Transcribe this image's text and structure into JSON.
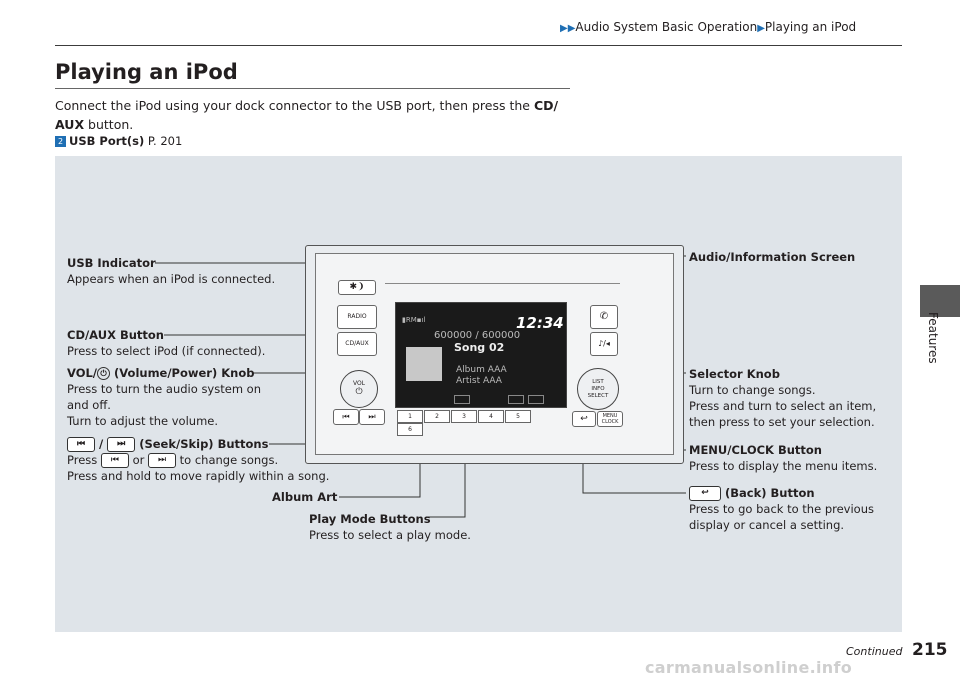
{
  "breadcrumb": {
    "part1": "Audio System Basic Operation",
    "part2": "Playing an iPod"
  },
  "side_tab": {
    "label": "Features"
  },
  "heading": "Playing an iPod",
  "intro": {
    "text_a": "Connect the iPod using your dock connector to the USB port, then press the ",
    "bold_a": "CD/",
    "bold_b": "AUX",
    "text_b": " button."
  },
  "reference": {
    "label": "USB Port(s)",
    "page": " P. 201"
  },
  "callouts": {
    "usb_indicator": {
      "title": "USB Indicator",
      "desc": "Appears when an iPod is connected."
    },
    "cd_aux": {
      "title": "CD/AUX Button",
      "desc": "Press to select iPod (if connected)."
    },
    "vol": {
      "title_a": "VOL/",
      "title_b": " (Volume/Power) Knob",
      "desc1": "Press to turn the audio system on",
      "desc2": "and off.",
      "desc3": "Turn to adjust the volume."
    },
    "seek": {
      "sep": " / ",
      "title": " (Seek/Skip) Buttons",
      "desc_a": "Press ",
      "desc_or": " or ",
      "desc_b": " to change songs.",
      "desc2": "Press and hold to move rapidly within a song."
    },
    "album_art": {
      "title": "Album Art"
    },
    "play_mode": {
      "title": "Play Mode Buttons",
      "desc": "Press to select a play mode."
    },
    "screen": {
      "title": "Audio/Information Screen"
    },
    "selector": {
      "title": "Selector Knob",
      "desc1": "Turn to change songs.",
      "desc2": "Press and turn to select an item,",
      "desc3": "then press to set your selection."
    },
    "menu": {
      "title": "MENU/CLOCK Button",
      "desc": "Press to display the menu items."
    },
    "back": {
      "title": " (Back) Button",
      "desc1": "Press to go back to the previous",
      "desc2": "display or cancel a setting."
    }
  },
  "unit": {
    "radio": "RADIO",
    "cdaux": "CD/AUX",
    "vol": "VOL",
    "list": "LIST",
    "info": "INFO",
    "select": "SELECT",
    "menu": "MENU",
    "clock": "CLOCK",
    "presets": [
      "1",
      "2",
      "3",
      "4",
      "5",
      "6"
    ],
    "screen": {
      "time": "12:34",
      "track": "600000 / 600000",
      "song": "Song 02",
      "album": "Album AAA",
      "artist": "Artist AAA"
    }
  },
  "footer": {
    "continued": "Continued",
    "page": "215",
    "watermark": "carmanualsonline.info"
  }
}
